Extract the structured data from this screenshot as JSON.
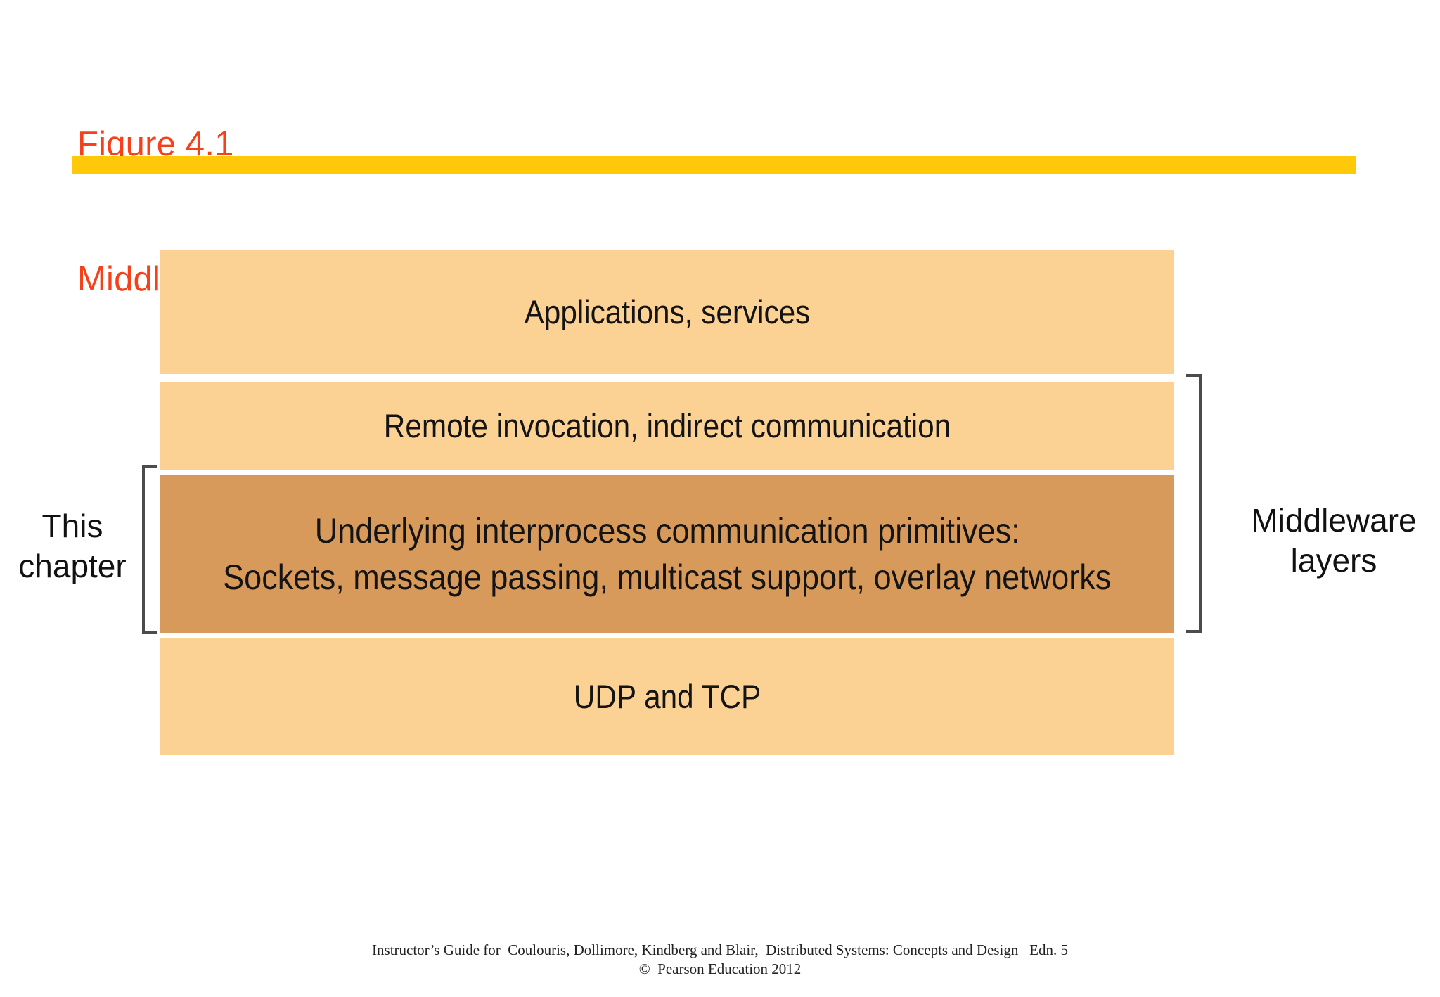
{
  "slide": {
    "title_line_1": "Figure 4.1",
    "title_line_2": "Middleware layers",
    "title_color": "#F4411B",
    "divider_color": "#FFC809",
    "background_color": "#FFFFFF"
  },
  "diagram": {
    "layer_fill_light": "#FBD293",
    "layer_fill_dark": "#D79A5B",
    "bracket_color": "#4C4C4C",
    "layers": [
      {
        "id": "applications",
        "line_1": "Applications, services",
        "line_2": "",
        "fill": "#FBD293"
      },
      {
        "id": "remote-invocation",
        "line_1": "Remote invocation, indirect communication",
        "line_2": "",
        "fill": "#FBD293"
      },
      {
        "id": "ipc-primitives",
        "line_1": "Underlying interprocess communication primitives:",
        "line_2": "Sockets, message passing, multicast support, overlay networks",
        "fill": "#D79A5B"
      },
      {
        "id": "udp-tcp",
        "line_1": "UDP and TCP",
        "line_2": "",
        "fill": "#FBD293"
      }
    ],
    "annotations": {
      "left": {
        "line_1": "This",
        "line_2": "chapter"
      },
      "right": {
        "line_1": "Middleware",
        "line_2": "layers"
      }
    }
  },
  "footer": {
    "line_1": "Instructor’s Guide for  Coulouris, Dollimore, Kindberg and Blair,  Distributed Systems: Concepts and Design   Edn. 5",
    "line_2": "©  Pearson Education 2012"
  }
}
